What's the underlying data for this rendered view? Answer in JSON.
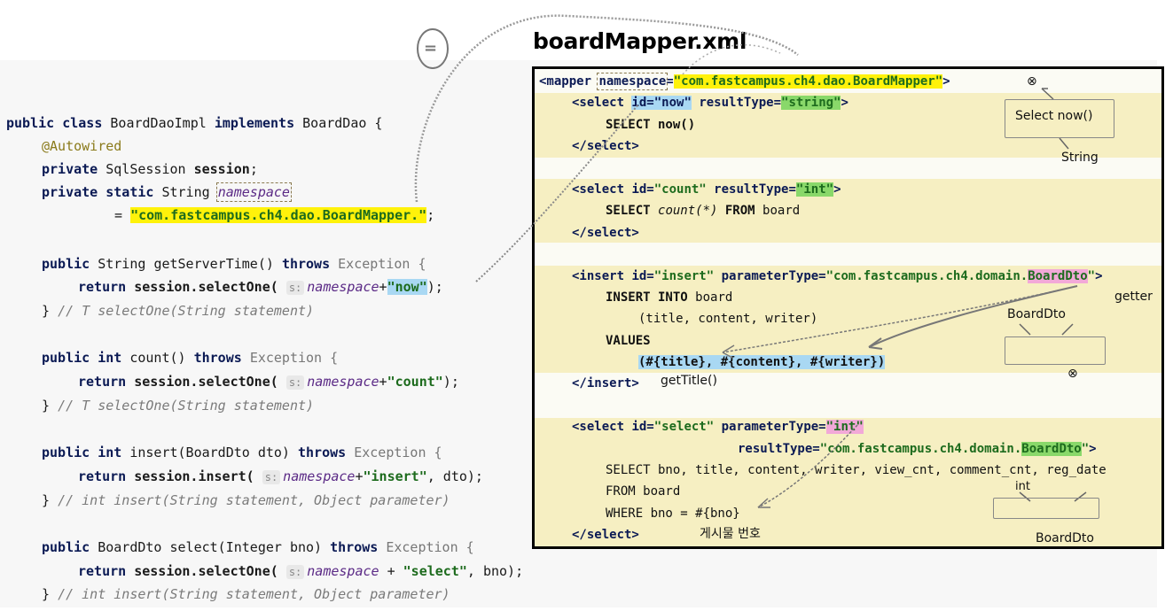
{
  "java": {
    "class_decl": {
      "kw1": "public class ",
      "name": "BoardDaoImpl ",
      "kw2": "implements ",
      "iface": "BoardDao {"
    },
    "annotation": "@Autowired",
    "session_decl": {
      "kw": "private ",
      "type": "SqlSession ",
      "name": "session",
      "end": ";"
    },
    "ns_decl": {
      "kw": "private static ",
      "type": "String ",
      "name": "namespace"
    },
    "ns_value": {
      "eq": "= ",
      "value": "\"com.fastcampus.ch4.dao.BoardMapper.\"",
      "end": ";"
    },
    "methods": [
      {
        "sig": {
          "kw": "public ",
          "rtype": "String ",
          "name": "getServerTime() ",
          "throws": "throws ",
          "exc": "Exception {"
        },
        "body": {
          "kw": "return ",
          "call": "session.selectOne(",
          "hint": "s:",
          "ns": "namespace",
          "plus": "+",
          "arg": "\"now\"",
          "tail": ");"
        },
        "close": {
          "brace": "} ",
          "comment": "// T selectOne(String statement)"
        }
      },
      {
        "sig": {
          "kw": "public ",
          "rtype": "int ",
          "name": "count() ",
          "throws": "throws ",
          "exc": "Exception {"
        },
        "body": {
          "kw": "return ",
          "call": "session.selectOne(",
          "hint": "s:",
          "ns": "namespace",
          "plus": "+",
          "arg": "\"count\"",
          "tail": ");"
        },
        "close": {
          "brace": "} ",
          "comment": "// T selectOne(String statement)"
        }
      },
      {
        "sig": {
          "kw": "public ",
          "rtype": "int ",
          "name": "insert(BoardDto dto) ",
          "throws": "throws ",
          "exc": "Exception {"
        },
        "body": {
          "kw": "return ",
          "call": "session.insert(",
          "hint": "s:",
          "ns": "namespace",
          "plus": "+",
          "arg": "\"insert\"",
          "tail": ", dto);"
        },
        "close": {
          "brace": "} ",
          "comment": "// int insert(String statement, Object parameter)"
        }
      },
      {
        "sig": {
          "kw": "public ",
          "rtype": "BoardDto ",
          "name": "select(Integer bno) ",
          "throws": "throws ",
          "exc": "Exception {"
        },
        "body": {
          "kw": "return ",
          "call": "session.selectOne(",
          "hint": "s:",
          "ns": "namespace",
          "plus": " + ",
          "arg": "\"select\"",
          "tail": ", bno);"
        },
        "close": {
          "brace": "} ",
          "comment": "// int insert(String statement, Object parameter)"
        }
      }
    ]
  },
  "xml": {
    "title": "boardMapper.xml",
    "mapper_open": {
      "tag": "<mapper ",
      "attr": "namespace",
      "eq": "=",
      "value": "\"com.fastcampus.ch4.dao.BoardMapper\"",
      "end": ">"
    },
    "now": {
      "open": {
        "tag": "<select ",
        "attr_id": "id=",
        "id": "\"now\"",
        "attr_rt": " resultType=",
        "rt": "\"string\"",
        "end": ">"
      },
      "sql": "SELECT now()",
      "close": "</select>"
    },
    "count": {
      "open": {
        "tag": "<select ",
        "attr_id": "id=",
        "id": "\"count\"",
        "attr_rt": " resultType=",
        "rt": "\"int\"",
        "end": ">"
      },
      "sql": {
        "kw1": "SELECT ",
        "fn": "count(*) ",
        "kw2": "FROM ",
        "tbl": "board"
      },
      "close": "</select>"
    },
    "insert": {
      "open": {
        "tag": "<insert ",
        "attr_id": "id=",
        "id": "\"insert\"",
        "attr_pt": " parameterType=",
        "pt_a": "\"com.fastcampus.ch4.domain.",
        "pt_b": "BoardDto",
        "pt_c": "\"",
        "end": ">"
      },
      "sql1": {
        "kw": "INSERT INTO ",
        "tbl": "board"
      },
      "sql2": "(title, content, writer)",
      "sql3": "VALUES",
      "sql4": "(#{title}, #{content}, #{writer})",
      "close": "</insert>"
    },
    "select": {
      "open1": {
        "tag": "<select ",
        "attr_id": "id=",
        "id": "\"select\"",
        "attr_pt": " parameterType=",
        "pt": "\"int\""
      },
      "open2": {
        "attr_rt": "resultType=",
        "rt_a": "\"com.fastcampus.ch4.domain.",
        "rt_b": "BoardDto",
        "rt_c": "\"",
        "end": ">"
      },
      "sql1": "SELECT bno, title, content, writer, view_cnt, comment_cnt, reg_date",
      "sql2": "FROM board",
      "sql3": "WHERE bno = #{bno}",
      "close": "</select>"
    }
  },
  "annotations": {
    "equals_mark": "=",
    "select_now": "Select now()",
    "string": "String",
    "getter": "getter",
    "boarddto_top": "BoardDto",
    "gettitle": "getTitle()",
    "int": "int",
    "post_number": "게시물 번호",
    "boarddto_bottom": "BoardDto",
    "x_mark": "⊗"
  }
}
